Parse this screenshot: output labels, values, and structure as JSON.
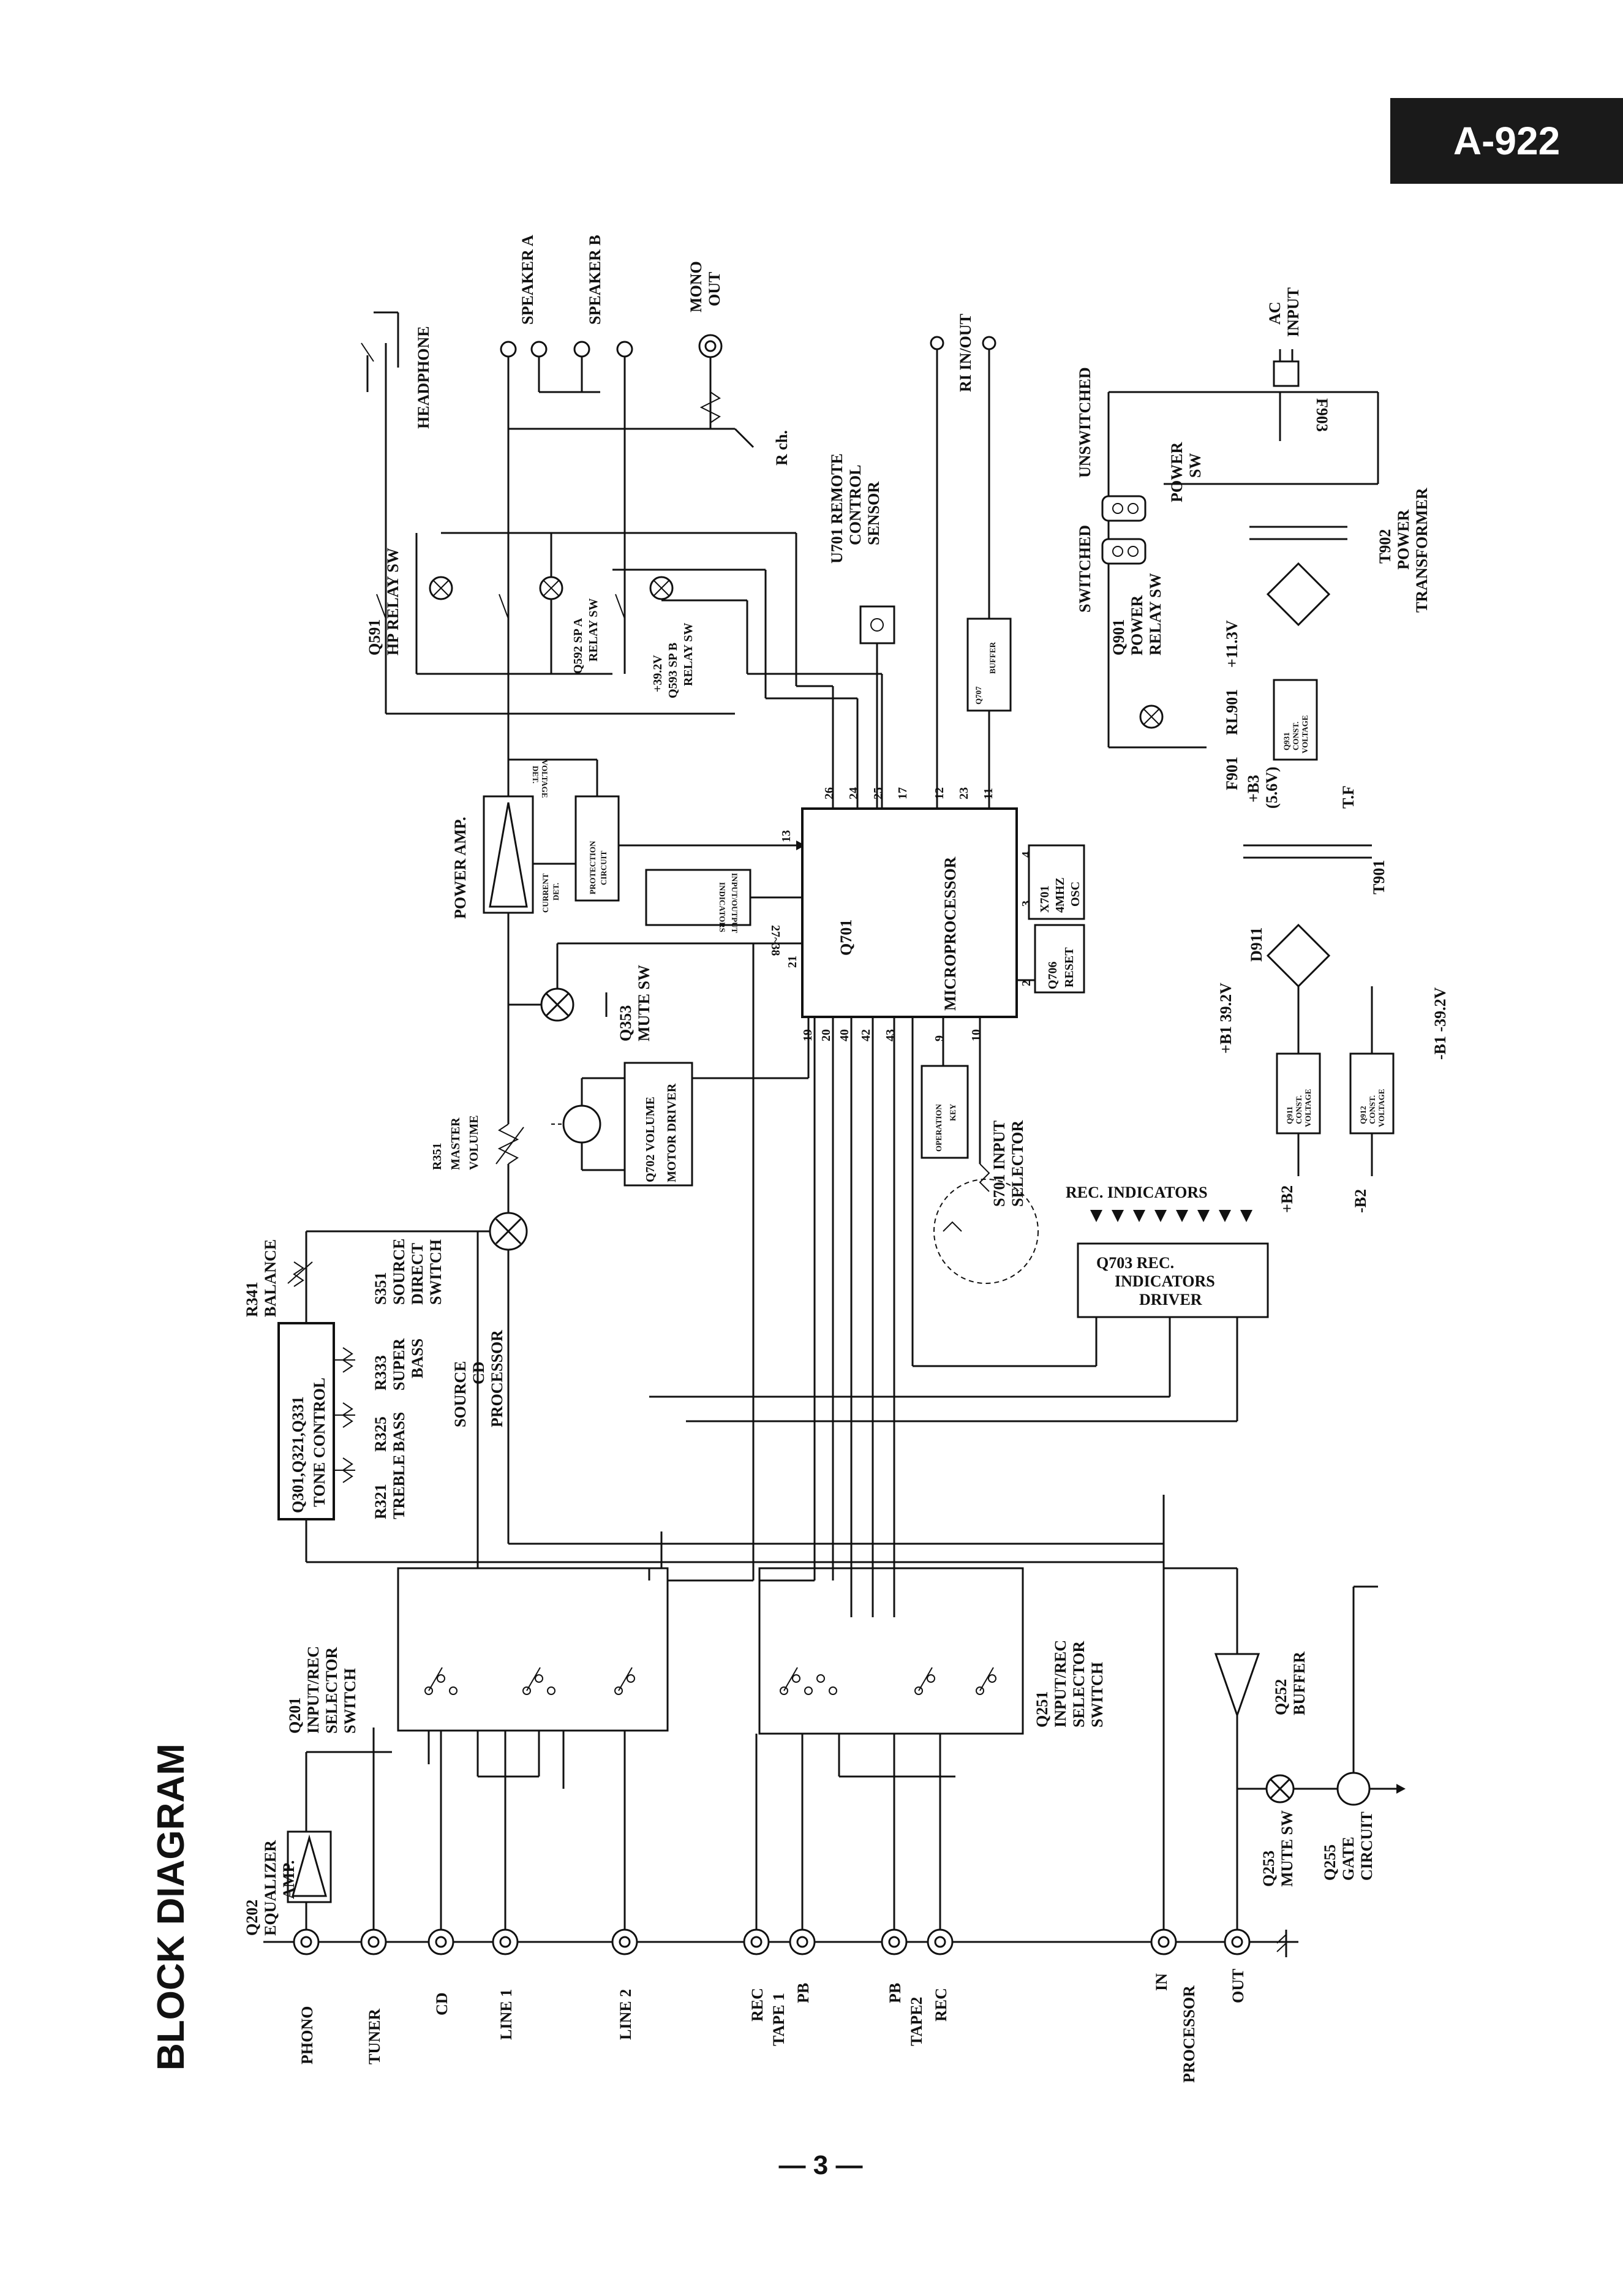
{
  "document": {
    "title": "BLOCK DIAGRAM",
    "model": "A-922",
    "page_number": "— 3 —"
  },
  "inputs": {
    "phono": "PHONO",
    "tuner": "TUNER",
    "cd": "CD",
    "line1": "LINE 1",
    "line2": "LINE 2",
    "tape1_rec": "REC",
    "tape1": "TAPE 1",
    "tape1_pb": "PB",
    "tape2_pb": "PB",
    "tape2": "TAPE2",
    "tape2_rec": "REC",
    "processor_in": "IN",
    "processor": "PROCESSOR",
    "processor_out": "OUT"
  },
  "blocks": {
    "q202_id": "Q202",
    "q202_name1": "EQUALIZER",
    "q202_name2": "AMP.",
    "q201_id": "Q201",
    "q201_name1": "INPUT/REC",
    "q201_name2": "SELECTOR",
    "q201_name3": "SWITCH",
    "q251_id": "Q251",
    "q251_name1": "INPUT/REC",
    "q251_name2": "SELECTOR",
    "q251_name3": "SWITCH",
    "q252_id": "Q252",
    "q252_name": "BUFFER",
    "q253_id": "Q253",
    "q253_name": "MUTE SW",
    "q255_id": "Q255",
    "q255_name1": "GATE",
    "q255_name2": "CIRCUIT",
    "tone_line1": "Q301,Q321,Q331",
    "tone_line2": "TONE CONTROL",
    "r321_id": "R321",
    "r321_name": "TREBLE",
    "r325_id": "R325",
    "r325_name": "BASS",
    "r333_id": "R333",
    "r333_name1": "SUPER",
    "r333_name2": "BASS",
    "r341_id": "R341",
    "r341_name": "BALANCE",
    "s351_id": "S351",
    "s351_name1": "SOURCE",
    "s351_name2": "DIRECT",
    "s351_name3": "SWITCH",
    "source_label": "SOURCE",
    "cd_label": "CD",
    "processor_label": "PROCESSOR",
    "r351_id": "R351",
    "r351_name1": "MASTER",
    "r351_name2": "VOLUME",
    "q702_line1": "Q702 VOLUME",
    "q702_line2": "MOTOR DRIVER",
    "q353_id": "Q353",
    "q353_name": "MUTE SW",
    "power_amp": "POWER AMP.",
    "current_det1": "CURRENT",
    "current_det2": "DET.",
    "protection1": "PROTECTION",
    "protection2": "CIRCUIT",
    "voltage_det1": "VOLTAGE",
    "voltage_det2": "DET.",
    "io_ind1": "INPUT/OUTPUT",
    "io_ind2": "INDICATORS",
    "io_pins": "27~38",
    "q701_id": "Q701",
    "q701_name": "MICROPROCESSOR",
    "x701_id": "X701",
    "x701_freq": "4MHZ",
    "x701_name": "OSC",
    "q706_id": "Q706",
    "q706_name": "RESET",
    "op_key1": "OPERATION",
    "op_key2": "KEY",
    "s701_id": "S701 INPUT",
    "s701_name": "SELECTOR",
    "q703_line1": "Q703   REC.",
    "q703_line2": "INDICATORS",
    "q703_line3": "DRIVER",
    "rec_indicators": "REC. INDICATORS",
    "q707_id": "Q707",
    "q707_name": "BUFFER",
    "u701_line1": "U701 REMOTE",
    "u701_line2": "CONTROL",
    "u701_line3": "SENSOR",
    "ri_inout": "RI IN/OUT",
    "q591_id": "Q591",
    "q591_name": "HP RELAY SW",
    "headphone": "HEADPHONE",
    "q592_line1": "Q592 SP A",
    "q592_line2": "RELAY SW",
    "q593_line1": "Q593 SP B",
    "q593_line2": "RELAY SW",
    "v392": "+39.2V",
    "speaker_a": "SPEAKER A",
    "speaker_b": "SPEAKER B",
    "mono_out1": "MONO",
    "mono_out2": "OUT",
    "r_ch": "R ch.",
    "q901_line1": "Q901",
    "q901_line2": "POWER",
    "q901_line3": "RELAY SW",
    "switched": "SWITCHED",
    "unswitched": "UNSWITCHED",
    "power_sw1": "POWER",
    "power_sw2": "SW",
    "ac_input1": "AC",
    "ac_input2": "INPUT",
    "f903": "F903",
    "t902_id": "T902",
    "t902_name1": "POWER",
    "t902_name2": "TRANSFORMER",
    "v113": "+11.3V",
    "rl901": "RL901",
    "f901": "F901",
    "b3_1": "+B3",
    "b3_2": "(5.6V)",
    "q931_1": "Q931",
    "q931_2": "CONST.",
    "q931_3": "VOLTAGE",
    "tf": "T.F",
    "t901": "T901",
    "d911": "D911",
    "b1_pos": "+B1 39.2V",
    "b1_neg": "-B1 -39.2V",
    "q911_1": "Q911",
    "q911_2": "CONST.",
    "q911_3": "VOLTAGE",
    "q912_1": "Q912",
    "q912_2": "CONST.",
    "q912_3": "VOLTAGE",
    "b2_pos": "+B2",
    "b2_neg": "-B2"
  },
  "pins": {
    "p26": "26",
    "p24": "24",
    "p25": "25",
    "p17": "17",
    "p12": "12",
    "p23": "23",
    "p11": "11",
    "p13": "13",
    "p4": "4",
    "p3": "3",
    "p21": "21",
    "p2": "2",
    "p19": "19",
    "p20": "20",
    "p40": "40",
    "p42": "42",
    "p43": "43",
    "p9": "9",
    "p10": "10"
  }
}
